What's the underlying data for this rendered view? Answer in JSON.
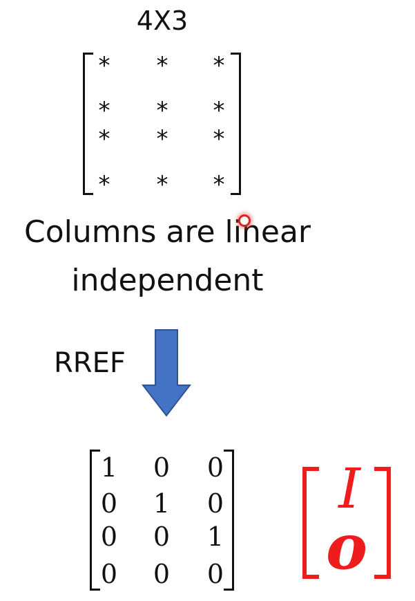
{
  "matrix_top": {
    "dims": "4X3",
    "rows": [
      [
        "*",
        "*",
        "*"
      ],
      [
        "*",
        "*",
        "*"
      ],
      [
        "*",
        "*",
        "*"
      ],
      [
        "*",
        "*",
        "*"
      ]
    ]
  },
  "statement": {
    "line1": "Columns are linear",
    "line2": "independent"
  },
  "rref_label": "RREF",
  "arrow_color": "#4472c4",
  "matrix_bottom": {
    "rows": [
      [
        "1",
        "0",
        "0"
      ],
      [
        "0",
        "1",
        "0"
      ],
      [
        "0",
        "0",
        "1"
      ],
      [
        "0",
        "0",
        "0"
      ]
    ]
  },
  "block": {
    "top": "I",
    "bottom": "o",
    "color": "#ee1c1c"
  }
}
